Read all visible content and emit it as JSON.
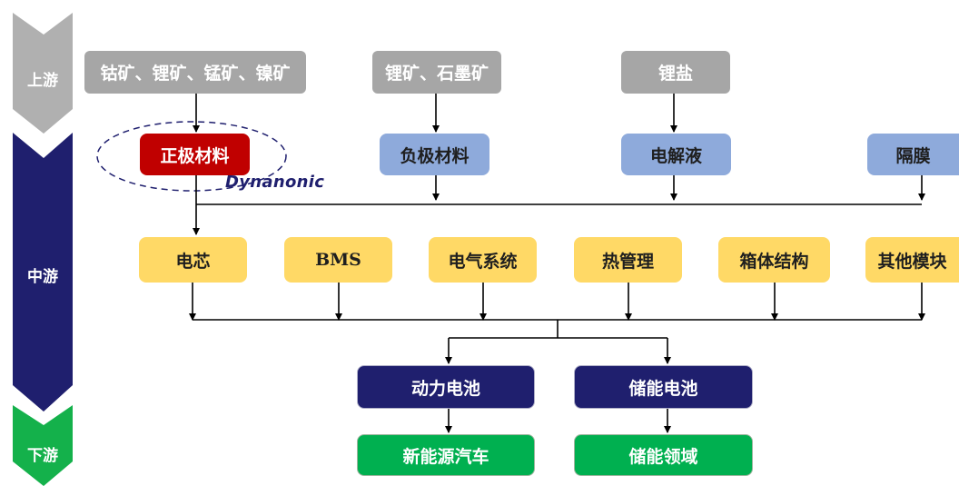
{
  "stages": {
    "upstream": "上游",
    "midstream": "中游",
    "downstream": "下游"
  },
  "upstream": {
    "ore_1": "钴矿、锂矿、锰矿、镍矿",
    "ore_2": "锂矿、石墨矿",
    "salt": "锂盐"
  },
  "materials": {
    "cathode": "正极材料",
    "anode": "负极材料",
    "electrolyte": "电解液",
    "separator": "隔膜"
  },
  "brand": "Dynanonic",
  "midstream": {
    "cell": "电芯",
    "bms": "BMS",
    "electrical": "电气系统",
    "thermal": "热管理",
    "enclosure": "箱体结构",
    "other": "其他模块"
  },
  "products": {
    "power_battery": "动力电池",
    "storage_battery": "储能电池"
  },
  "applications": {
    "nev": "新能源汽车",
    "storage_field": "储能领域"
  },
  "colors": {
    "gray": "#a6a6a6",
    "red": "#c00000",
    "blue": "#8eaadb",
    "yellow": "#ffd966",
    "navy": "#1f1f6e",
    "green": "#00b050",
    "stage_gray": "#b0b0b0",
    "stage_navy": "#1f1f6e",
    "stage_green": "#14b14b"
  }
}
